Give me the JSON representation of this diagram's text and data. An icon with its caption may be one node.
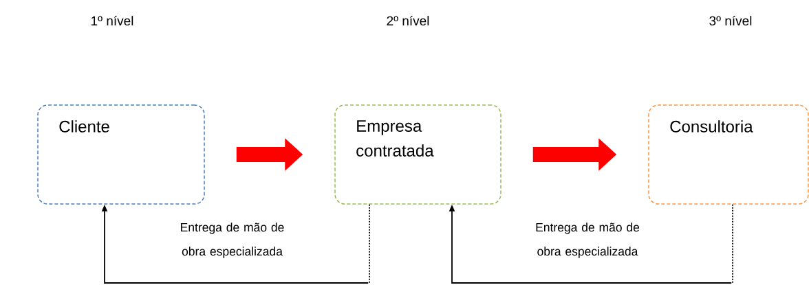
{
  "diagram": {
    "nodes": [
      {
        "text": [
          "Cliente"
        ]
      },
      {
        "text": [
          "Empresa contratada"
        ]
      },
      {
        "text": [
          "Consultoria"
        ]
      }
    ],
    "edges": [
      {
        "from": 0,
        "to": 1,
        "arrow": "to",
        "style": "thick",
        "color": "#ff0000"
      },
      {
        "from": 1,
        "to": 2,
        "arrow": "to",
        "style": "thick",
        "color": "#ff0000"
      },
      {
        "from": 1,
        "to": 0,
        "arrow": "to",
        "style": "dashed",
        "color": "#000000",
        "label": "Entrega de mão de obra especializada"
      },
      {
        "from": 2,
        "to": 1,
        "arrow": "to",
        "style": "dashed",
        "color": "#000000",
        "label": "Entrega de mão de obra especializada"
      }
    ],
    "labels": [
      "1º nível",
      "2º nível",
      "3º nível"
    ]
  }
}
